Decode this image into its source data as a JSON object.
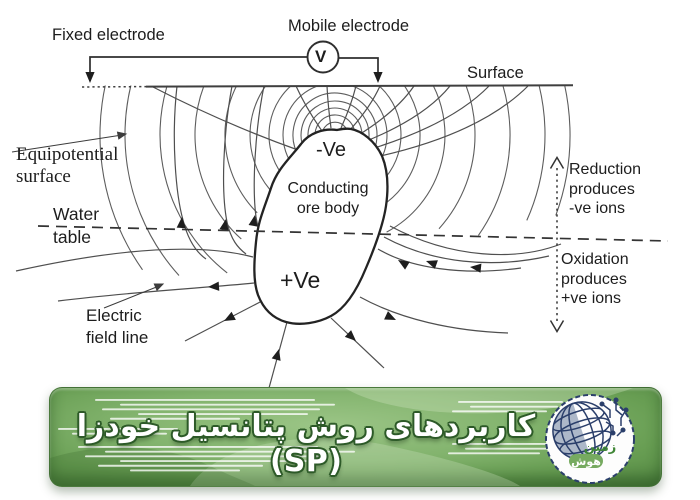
{
  "diagram": {
    "fixed_electrode": "Fixed electrode",
    "mobile_electrode": "Mobile electrode",
    "voltmeter": "V",
    "surface": "Surface",
    "equipotential": {
      "line1": "Equipotential",
      "line2": "surface"
    },
    "water_table": {
      "line1": "Water",
      "line2": "table"
    },
    "electric_field": {
      "line1": "Electric",
      "line2": "field line"
    },
    "ore_body": {
      "top_charge": "-Ve",
      "name_line1": "Conducting",
      "name_line2": "ore body",
      "bottom_charge": "+Ve"
    },
    "reduction": {
      "line1": "Reduction",
      "line2": "produces",
      "line3": "-ve ions"
    },
    "oxidation": {
      "line1": "Oxidation",
      "line2": "produces",
      "line3": "+ve ions"
    }
  },
  "banner": {
    "title": "کاربردهای روش پتانسیل خودزا (SP)",
    "logo": {
      "word_top": "زمین",
      "word_bottom": "هوش"
    }
  },
  "colors": {
    "line": "#4f4f4f",
    "ink": "#1d1d1d",
    "banner_green": "#7fb16a",
    "banner_dark": "#2d5a28",
    "logo_navy": "#2b3f6b",
    "logo_green": "#3f8636"
  }
}
